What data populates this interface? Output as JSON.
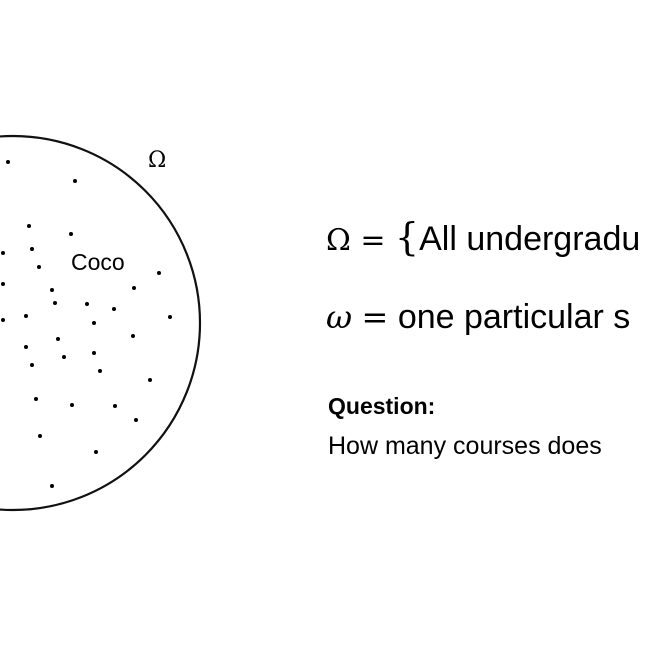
{
  "diagram": {
    "set_label": "Ω",
    "point_label": "Coco",
    "point_count": 33
  },
  "definitions": {
    "omega_set": {
      "symbol": "Ω",
      "equals": "=",
      "brace": "{",
      "text": "All undergradu"
    },
    "omega_elem": {
      "symbol": "ω",
      "equals": "=",
      "text": "one particular s"
    }
  },
  "question": {
    "heading": "Question:",
    "text": "How many courses does"
  }
}
